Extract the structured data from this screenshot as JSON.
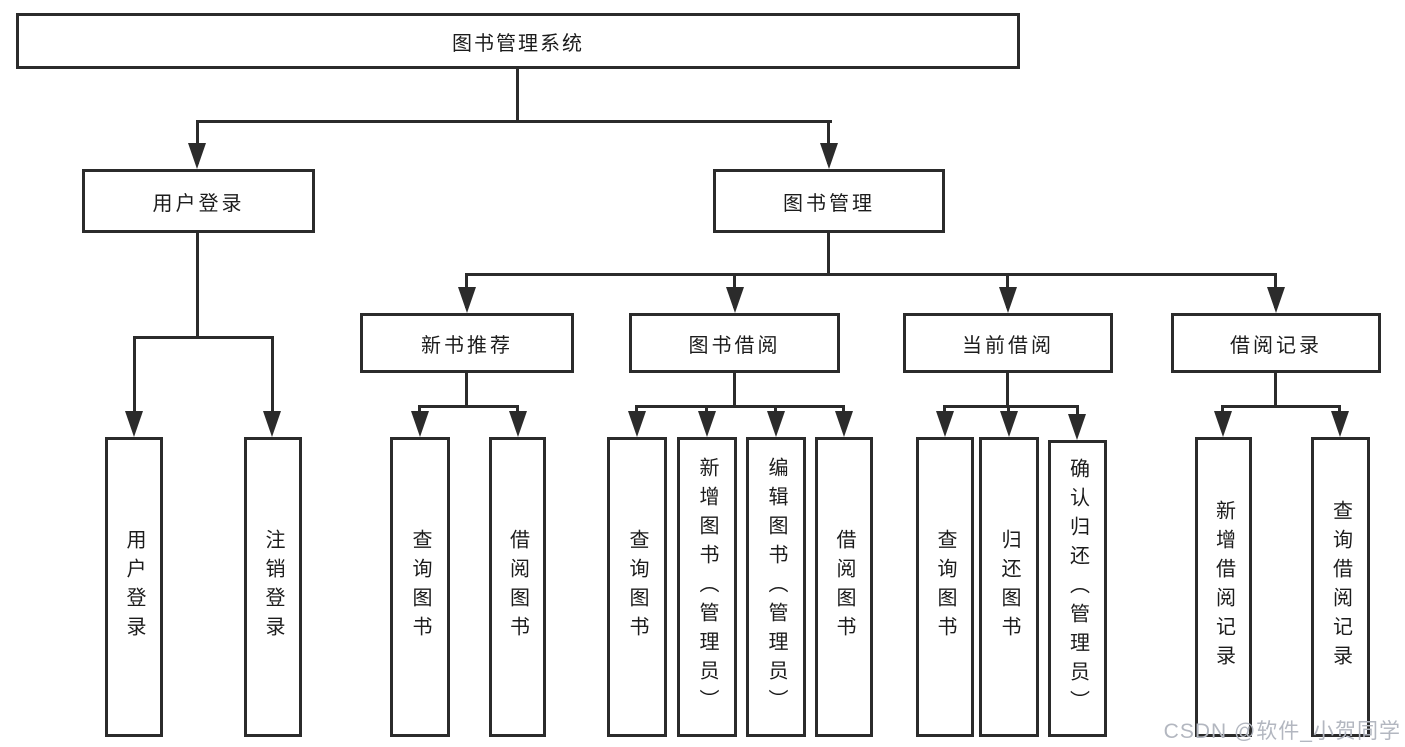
{
  "diagram": {
    "root": {
      "label": "图书管理系统"
    },
    "branches": [
      {
        "label": "用户登录",
        "children": [
          {
            "label": "用户登录"
          },
          {
            "label": "注销登录"
          }
        ]
      },
      {
        "label": "图书管理",
        "children": [
          {
            "label": "新书推荐",
            "children": [
              {
                "label": "查询图书"
              },
              {
                "label": "借阅图书"
              }
            ]
          },
          {
            "label": "图书借阅",
            "children": [
              {
                "label": "查询图书"
              },
              {
                "label": "新增图书（管理员）"
              },
              {
                "label": "编辑图书（管理员）"
              },
              {
                "label": "借阅图书"
              }
            ]
          },
          {
            "label": "当前借阅",
            "children": [
              {
                "label": "查询图书"
              },
              {
                "label": "归还图书"
              },
              {
                "label": "确认归还（管理员）"
              }
            ]
          },
          {
            "label": "借阅记录",
            "children": [
              {
                "label": "新增借阅记录"
              },
              {
                "label": "查询借阅记录"
              }
            ]
          }
        ]
      }
    ],
    "line_color": "#2b2b2b",
    "text_color": "#1c1c1c"
  },
  "watermark": {
    "text": "CSDN @软件_小贺同学",
    "color": "#b3b7c0"
  }
}
